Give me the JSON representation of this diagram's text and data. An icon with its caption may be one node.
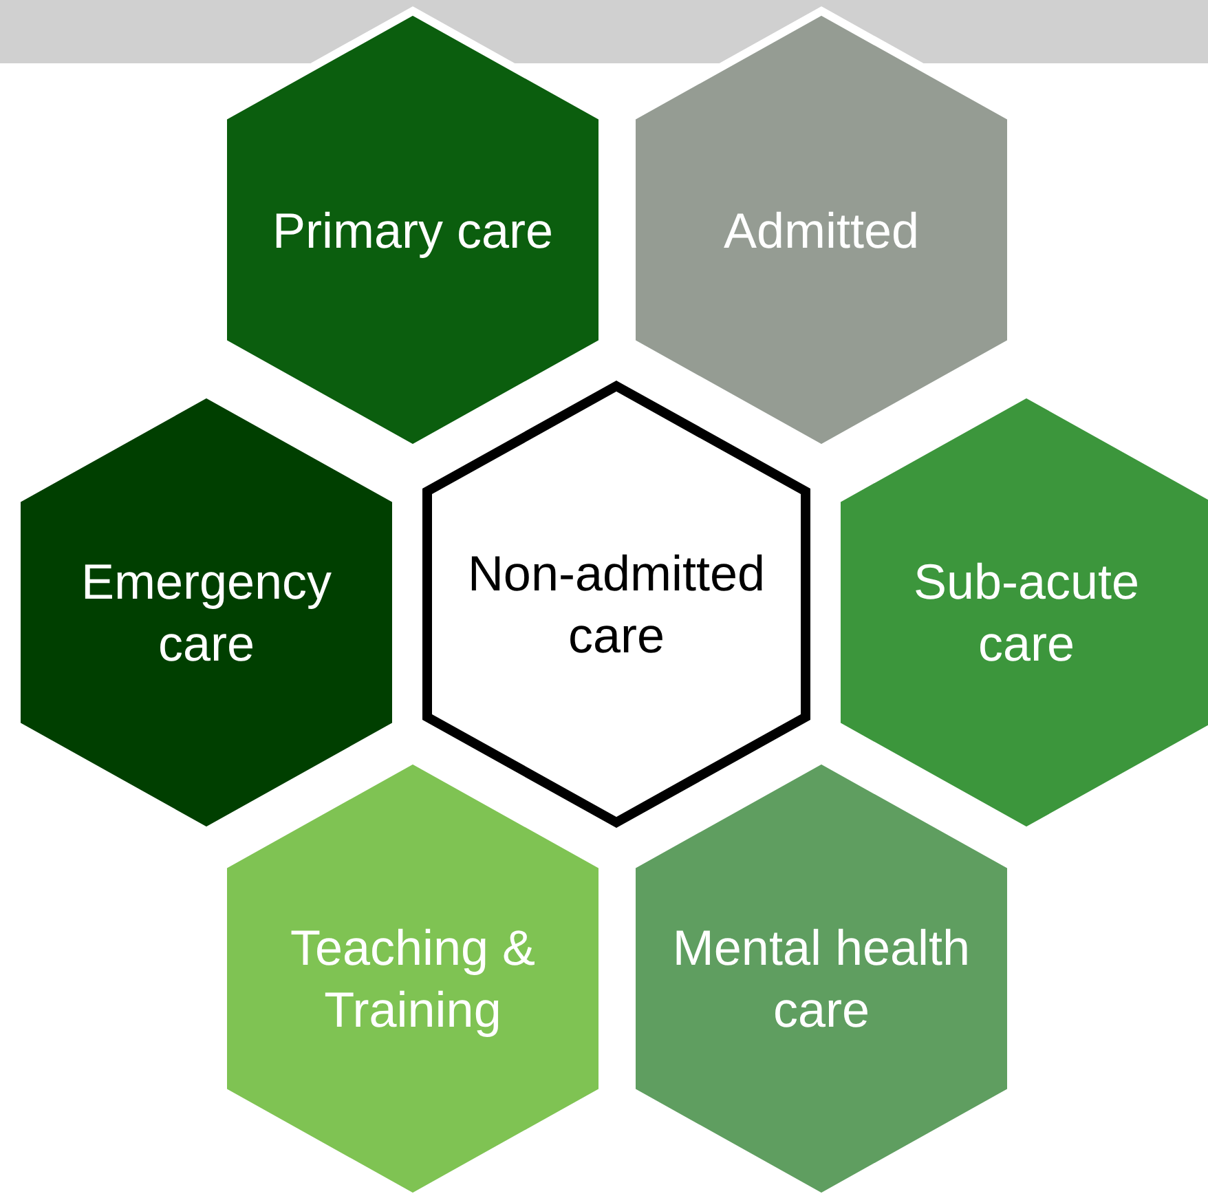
{
  "diagram": {
    "nodes": [
      {
        "text": [
          "Primary care"
        ]
      },
      {
        "text": [
          "Admitted"
        ]
      },
      {
        "text": [
          "Emergency care"
        ]
      },
      {
        "text": [
          "Non-admitted care"
        ]
      },
      {
        "text": [
          "Sub-acute care"
        ]
      },
      {
        "text": [
          "Teaching & Training"
        ]
      },
      {
        "text": [
          "Mental health care"
        ]
      }
    ]
  }
}
